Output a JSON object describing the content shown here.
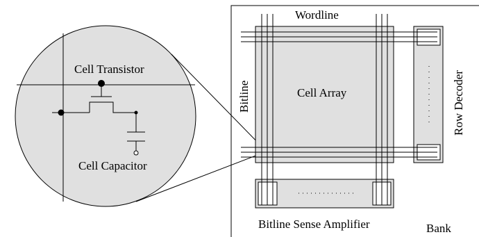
{
  "labels": {
    "wordline": "Wordline",
    "bitline": "Bitline",
    "cell_array": "Cell Array",
    "row_decoder": "Row Decoder",
    "bitline_sense_amplifier": "Bitline Sense Amplifier",
    "bank": "Bank",
    "cell_transistor": "Cell Transistor",
    "cell_capacitor": "Cell Capacitor"
  },
  "colors": {
    "fill": "#e0e0e0",
    "stroke": "#000000",
    "background": "#ffffff"
  }
}
